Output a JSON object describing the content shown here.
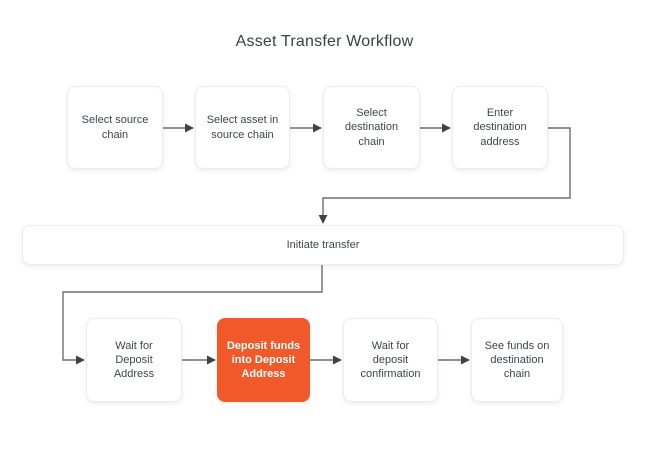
{
  "title": "Asset Transfer Workflow",
  "diagram": {
    "type": "flowchart",
    "nodes": [
      {
        "id": "select-source-chain",
        "label": "Select source\nchain",
        "highlighted": false
      },
      {
        "id": "select-asset",
        "label": "Select asset in\nsource chain",
        "highlighted": false
      },
      {
        "id": "select-destination-chain",
        "label": "Select\ndestination\nchain",
        "highlighted": false
      },
      {
        "id": "enter-destination-address",
        "label": "Enter\ndestination\naddress",
        "highlighted": false
      },
      {
        "id": "initiate-transfer",
        "label": "Initiate transfer",
        "highlighted": false
      },
      {
        "id": "wait-for-deposit-address",
        "label": "Wait for\nDeposit\nAddress",
        "highlighted": false
      },
      {
        "id": "deposit-funds",
        "label": "Deposit funds\ninto Deposit\nAddress",
        "highlighted": true
      },
      {
        "id": "wait-deposit-confirmation",
        "label": "Wait for\ndeposit\nconfirmation",
        "highlighted": false
      },
      {
        "id": "see-funds-destination",
        "label": "See funds on\ndestination\nchain",
        "highlighted": false
      }
    ],
    "edges": [
      {
        "from": "select-source-chain",
        "to": "select-asset"
      },
      {
        "from": "select-asset",
        "to": "select-destination-chain"
      },
      {
        "from": "select-destination-chain",
        "to": "enter-destination-address"
      },
      {
        "from": "enter-destination-address",
        "to": "initiate-transfer"
      },
      {
        "from": "initiate-transfer",
        "to": "wait-for-deposit-address"
      },
      {
        "from": "wait-for-deposit-address",
        "to": "deposit-funds"
      },
      {
        "from": "deposit-funds",
        "to": "wait-deposit-confirmation"
      },
      {
        "from": "wait-deposit-confirmation",
        "to": "see-funds-destination"
      }
    ],
    "colors": {
      "highlight_fill": "#f1592a",
      "highlight_text": "#ffffff",
      "node_fill": "#ffffff",
      "node_border": "#ececec",
      "node_text": "#40454a",
      "connector": "#6e6e6e",
      "arrowhead": "#3f4347",
      "title_text": "#3b4045"
    }
  }
}
